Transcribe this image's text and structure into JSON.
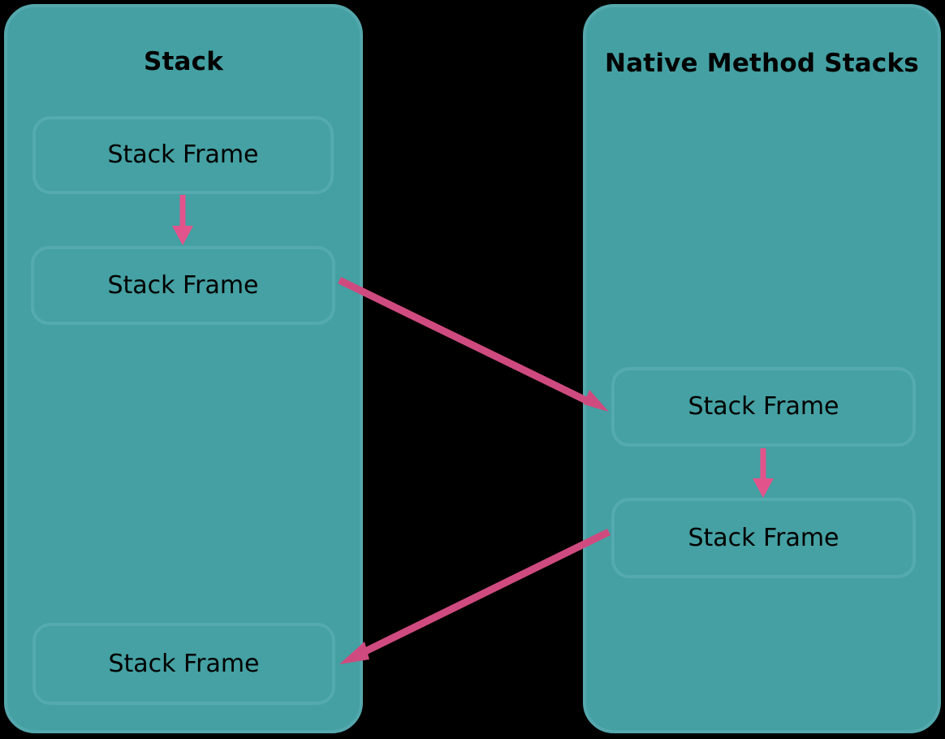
{
  "diagram": {
    "title_semantics": "JVM memory areas: Stack and Native Method Stacks",
    "background_color": "#000000",
    "panel_fill": "#44a0a2",
    "panel_border": "#54a8ad",
    "arrow_color": "#e2538b",
    "text_color": "#000000",
    "panels": [
      {
        "id": "stack",
        "title": "Stack",
        "frames": [
          {
            "label": "Stack Frame"
          },
          {
            "label": "Stack Frame"
          },
          {
            "label": "Stack Frame"
          }
        ]
      },
      {
        "id": "native",
        "title": "Native Method Stacks",
        "frames": [
          {
            "label": "Stack Frame"
          },
          {
            "label": "Stack Frame"
          }
        ]
      }
    ],
    "connectors": [
      {
        "name": "stack-frame-1-to-2",
        "kind": "vertical-arrow",
        "direction": "down"
      },
      {
        "name": "stack-frame-2-to-native-frame-1",
        "kind": "diagonal-arrow",
        "direction": "down-right"
      },
      {
        "name": "native-frame-1-to-2",
        "kind": "vertical-arrow",
        "direction": "down"
      },
      {
        "name": "native-frame-2-to-stack-frame-3",
        "kind": "diagonal-arrow",
        "direction": "down-left"
      }
    ]
  }
}
